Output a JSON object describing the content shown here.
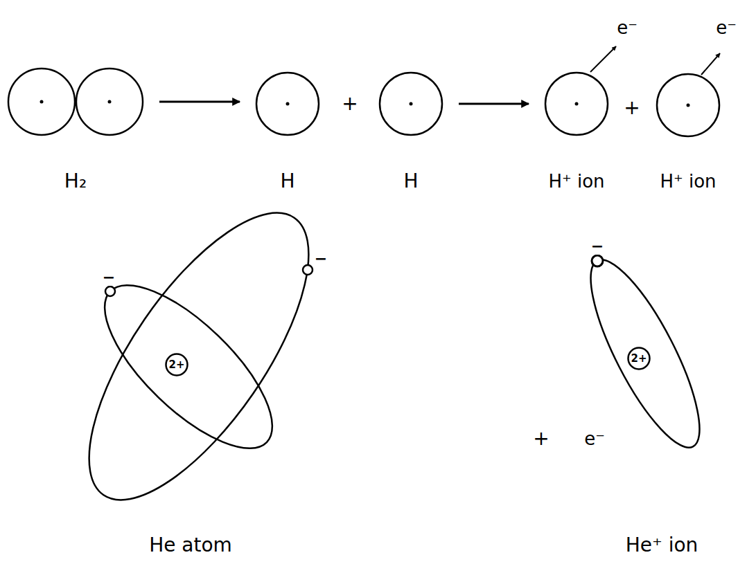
{
  "diagram": {
    "nodes": [
      {
        "text": [
          "H₂"
        ]
      },
      {
        "text": [
          "H"
        ]
      },
      {
        "text": [
          "H"
        ]
      },
      {
        "text": [
          "H⁺ ion"
        ]
      },
      {
        "text": [
          "H⁺ ion"
        ]
      },
      {
        "text": [
          "2+"
        ]
      },
      {
        "text": [
          "2+"
        ]
      }
    ],
    "edges": [
      {
        "from": 0,
        "to": 1,
        "arrow": "to"
      },
      {
        "from": 2,
        "to": 3,
        "arrow": "to"
      }
    ],
    "labels": [
      "+",
      "+",
      "e⁻",
      "e⁻",
      "−",
      "−",
      "−",
      "+",
      "e⁻",
      "He atom",
      "He⁺ ion"
    ]
  }
}
